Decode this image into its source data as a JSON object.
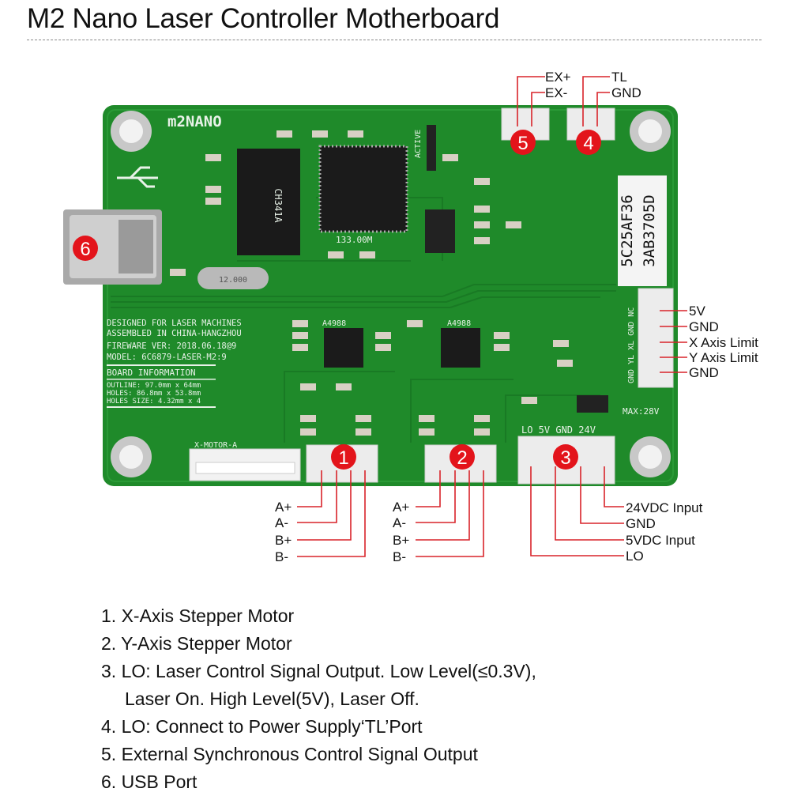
{
  "title": "M2 Nano Laser Controller Motherboard",
  "colors": {
    "board": "#1f8a2a",
    "badge": "#e3141b",
    "lead_line": "#d8232a"
  },
  "badges": [
    "1",
    "2",
    "3",
    "4",
    "5",
    "6"
  ],
  "top_labels": {
    "ex_plus": "EX+",
    "ex_minus": "EX-",
    "tl": "TL",
    "gnd": "GND"
  },
  "right_labels": [
    "5V",
    "GND",
    "X Axis Limit",
    "Y Axis Limit",
    "GND"
  ],
  "motor_x_labels": [
    "A+",
    "A-",
    "B+",
    "B-"
  ],
  "motor_y_labels": [
    "A+",
    "A-",
    "B+",
    "B-"
  ],
  "power_labels": [
    "24VDC Input",
    "GND",
    "5VDC Input",
    "LO"
  ],
  "silkscreen": {
    "logo": "m2NANO",
    "info_lines": [
      "DESIGNED FOR LASER MACHINES",
      "ASSEMBLED IN CHINA-HANGZHOU",
      "FIREWARE VER: 2018.06.18@9",
      "MODEL: 6C6879-LASER-M2:9"
    ],
    "board_info_title": "BOARD INFORMATION",
    "board_info_lines": [
      "OUTLINE: 97.0mm x 64mm",
      "HOLES: 86.8mm x 53.8mm",
      "HOLES SIZE: 4.32mm x 4"
    ],
    "serial_1": "5C25AF36",
    "serial_2": "3AB3705D",
    "max_voltage": "MAX:28V",
    "power_header": "LO  5V  GND  24V",
    "x_motor": "X-MOTOR-A",
    "chip_usb": "CH341A",
    "crystal_label": "133.00M",
    "crystal": "12.000",
    "driver": "A4988",
    "active": "ACTIVE",
    "limit_header": "GND YL XL GND NC"
  },
  "legend": [
    "1. X-Axis Stepper Motor",
    "2. Y-Axis Stepper Motor",
    "3. LO: Laser Control Signal Output. Low Level(≤0.3V),",
    "Laser On. High Level(5V), Laser Off.",
    "4. LO: Connect to Power Supply‘TL’Port",
    "5. External Synchronous Control Signal Output",
    "6. USB Port"
  ]
}
